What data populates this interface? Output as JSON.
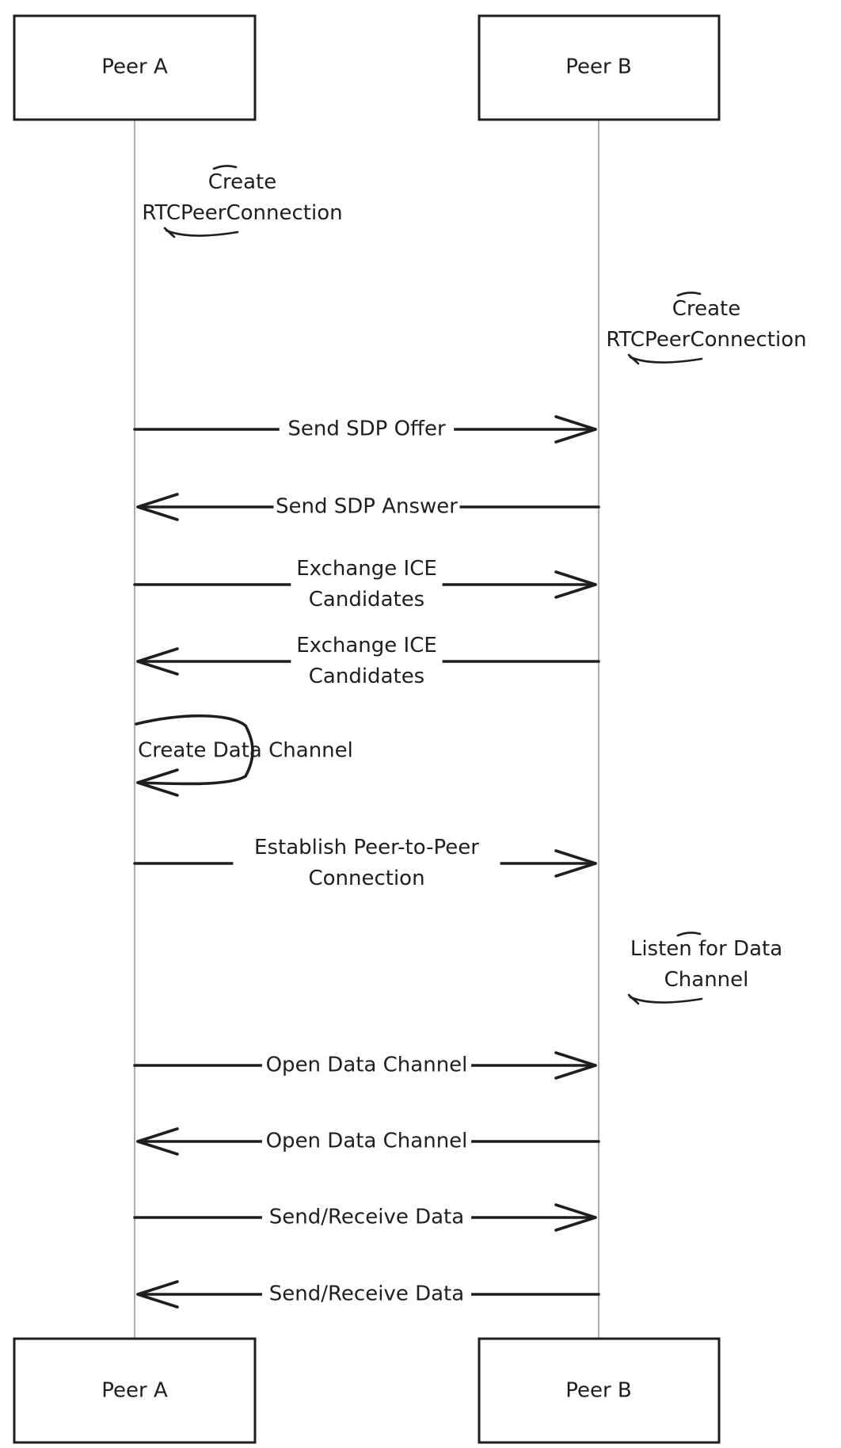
{
  "participants": [
    {
      "id": "a",
      "label": "Peer A"
    },
    {
      "id": "b",
      "label": "Peer B"
    }
  ],
  "events": [
    {
      "kind": "note",
      "at": "a",
      "lines": [
        "Create",
        "RTCPeerConnection"
      ]
    },
    {
      "kind": "note",
      "at": "b",
      "lines": [
        "Create",
        "RTCPeerConnection"
      ]
    },
    {
      "kind": "message",
      "from": "a",
      "to": "b",
      "lines": [
        "Send SDP Offer"
      ]
    },
    {
      "kind": "message",
      "from": "b",
      "to": "a",
      "lines": [
        "Send SDP Answer"
      ]
    },
    {
      "kind": "message",
      "from": "a",
      "to": "b",
      "lines": [
        "Exchange ICE",
        "Candidates"
      ]
    },
    {
      "kind": "message",
      "from": "b",
      "to": "a",
      "lines": [
        "Exchange ICE",
        "Candidates"
      ]
    },
    {
      "kind": "self",
      "at": "a",
      "lines": [
        "Create Data Channel"
      ]
    },
    {
      "kind": "message",
      "from": "a",
      "to": "b",
      "lines": [
        "Establish Peer-to-Peer",
        "Connection"
      ]
    },
    {
      "kind": "note",
      "at": "b",
      "lines": [
        "Listen for Data",
        "Channel"
      ]
    },
    {
      "kind": "message",
      "from": "a",
      "to": "b",
      "lines": [
        "Open Data Channel"
      ]
    },
    {
      "kind": "message",
      "from": "b",
      "to": "a",
      "lines": [
        "Open Data Channel"
      ]
    },
    {
      "kind": "message",
      "from": "a",
      "to": "b",
      "lines": [
        "Send/Receive Data"
      ]
    },
    {
      "kind": "message",
      "from": "b",
      "to": "a",
      "lines": [
        "Send/Receive Data"
      ]
    }
  ],
  "colors": {
    "ink": "#1e1e1e",
    "lifeline": "#9a9a9a",
    "background": "#ffffff"
  }
}
